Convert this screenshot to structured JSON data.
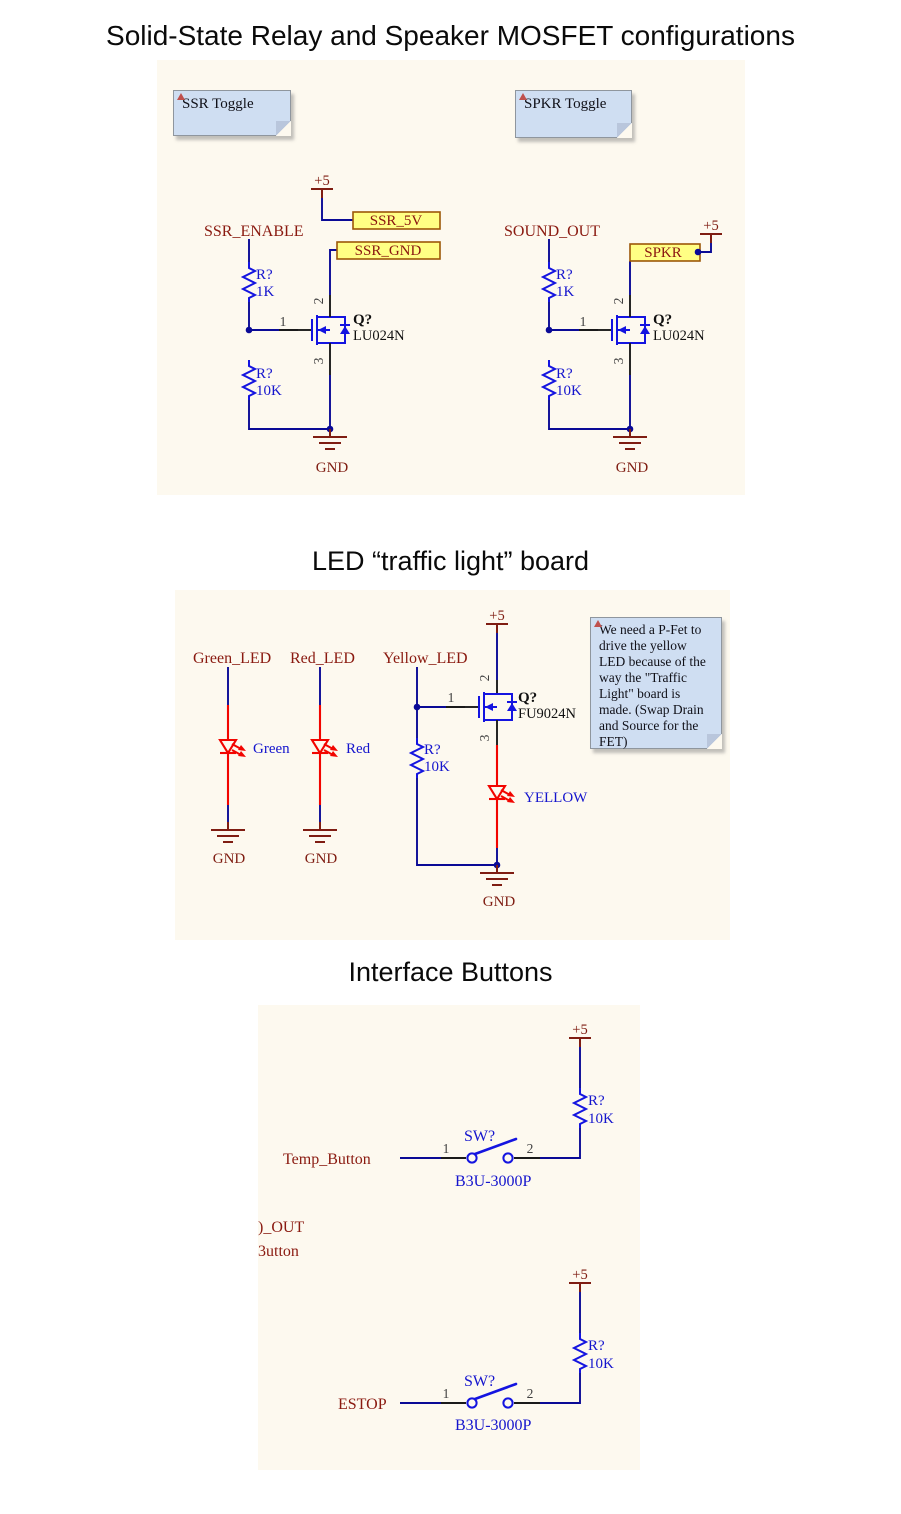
{
  "colors": {
    "schematic_bg": "#fdf9ef",
    "net_label": "#8a1a10",
    "symbol_maroon": "#7f1d12",
    "port_fill": "#ffff84",
    "port_border": "#9c5708",
    "component_blue": "#1414e0",
    "wire_blue": "#0a0a96",
    "label_blue": "#1515cd",
    "led_red": "#f20500",
    "note_bg": "#cfdef2"
  },
  "sections": {
    "mosfet": {
      "title": "Solid-State Relay and Speaker MOSFET configurations",
      "ssr_note": "SSR Toggle",
      "spkr_note": "SPKR Toggle",
      "ssr": {
        "enable_net": "SSR_ENABLE",
        "power": "+5",
        "port_5v": "SSR_5V",
        "port_gnd": "SSR_GND",
        "r1_ref": "R?",
        "r1_val": "1K",
        "r2_ref": "R?",
        "r2_val": "10K",
        "q_ref": "Q?",
        "q_part": "LU024N",
        "pin_gate": "1",
        "pin_drain": "2",
        "pin_source": "3",
        "gnd": "GND"
      },
      "spkr": {
        "sound_net": "SOUND_OUT",
        "power": "+5",
        "port_spkr": "SPKR",
        "r1_ref": "R?",
        "r1_val": "1K",
        "r2_ref": "R?",
        "r2_val": "10K",
        "q_ref": "Q?",
        "q_part": "LU024N",
        "pin_gate": "1",
        "pin_drain": "2",
        "pin_source": "3",
        "gnd": "GND"
      }
    },
    "led": {
      "title": "LED “traffic light” board",
      "note": "We need a P-Fet to drive the yellow LED because of the way the \"Traffic Light\" board is made. (Swap Drain and Source for the FET)",
      "green_net": "Green_LED",
      "green_label": "Green",
      "green_gnd": "GND",
      "red_net": "Red_LED",
      "red_label": "Red",
      "red_gnd": "GND",
      "yellow_net": "Yellow_LED",
      "yellow_label": "YELLOW",
      "power": "+5",
      "r_ref": "R?",
      "r_val": "10K",
      "q_ref": "Q?",
      "q_part": "FU9024N",
      "pin_gate": "1",
      "pin_drain": "2",
      "pin_source": "3",
      "gnd": "GND"
    },
    "buttons": {
      "title": "Interface Buttons",
      "clipped_line1": ")_OUT",
      "clipped_line2": "3utton",
      "temp": {
        "net": "Temp_Button",
        "power": "+5",
        "r_ref": "R?",
        "r_val": "10K",
        "sw_ref": "SW?",
        "sw_part": "B3U-3000P",
        "pin1": "1",
        "pin2": "2"
      },
      "estop": {
        "net": "ESTOP",
        "power": "+5",
        "r_ref": "R?",
        "r_val": "10K",
        "sw_ref": "SW?",
        "sw_part": "B3U-3000P",
        "pin1": "1",
        "pin2": "2"
      }
    }
  }
}
